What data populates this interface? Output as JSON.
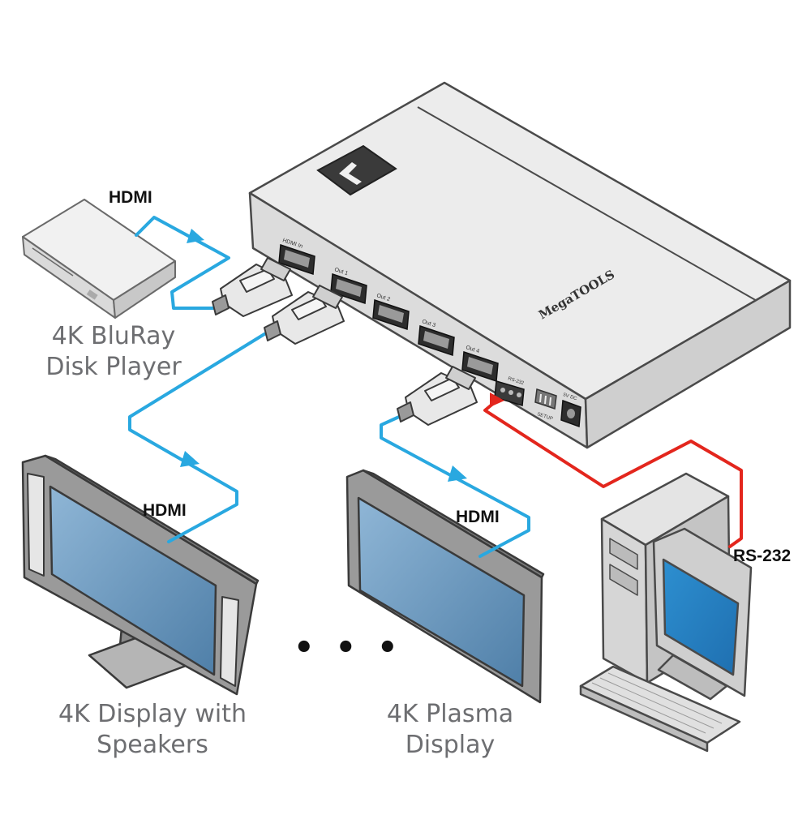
{
  "cables": {
    "hdmi_in": "HDMI",
    "hdmi_out1": "HDMI",
    "hdmi_out4": "HDMI",
    "rs232": "RS-232"
  },
  "devices": {
    "source": {
      "line1": "4K BluRay",
      "line2": "Disk Player"
    },
    "display1": {
      "line1": "4K Display with",
      "line2": "Speakers"
    },
    "display2": {
      "line1": "4K Plasma",
      "line2": "Display"
    }
  },
  "switcher": {
    "ports": [
      "HDMI In",
      "Out 1",
      "Out 2",
      "Out 3",
      "Out 4"
    ],
    "brand": "MegaTOOLS",
    "rear_labels": [
      "RS-232",
      "SETUP",
      "5V DC"
    ]
  },
  "ellipsis": "• • •",
  "colors": {
    "hdmi_cable": "#29a8e0",
    "rs232_cable": "#e3261d",
    "device_body": "#e8e8e8",
    "outline": "#4a4a4a",
    "screen": "#5f8fb8",
    "label_gray": "#6d6e71"
  }
}
